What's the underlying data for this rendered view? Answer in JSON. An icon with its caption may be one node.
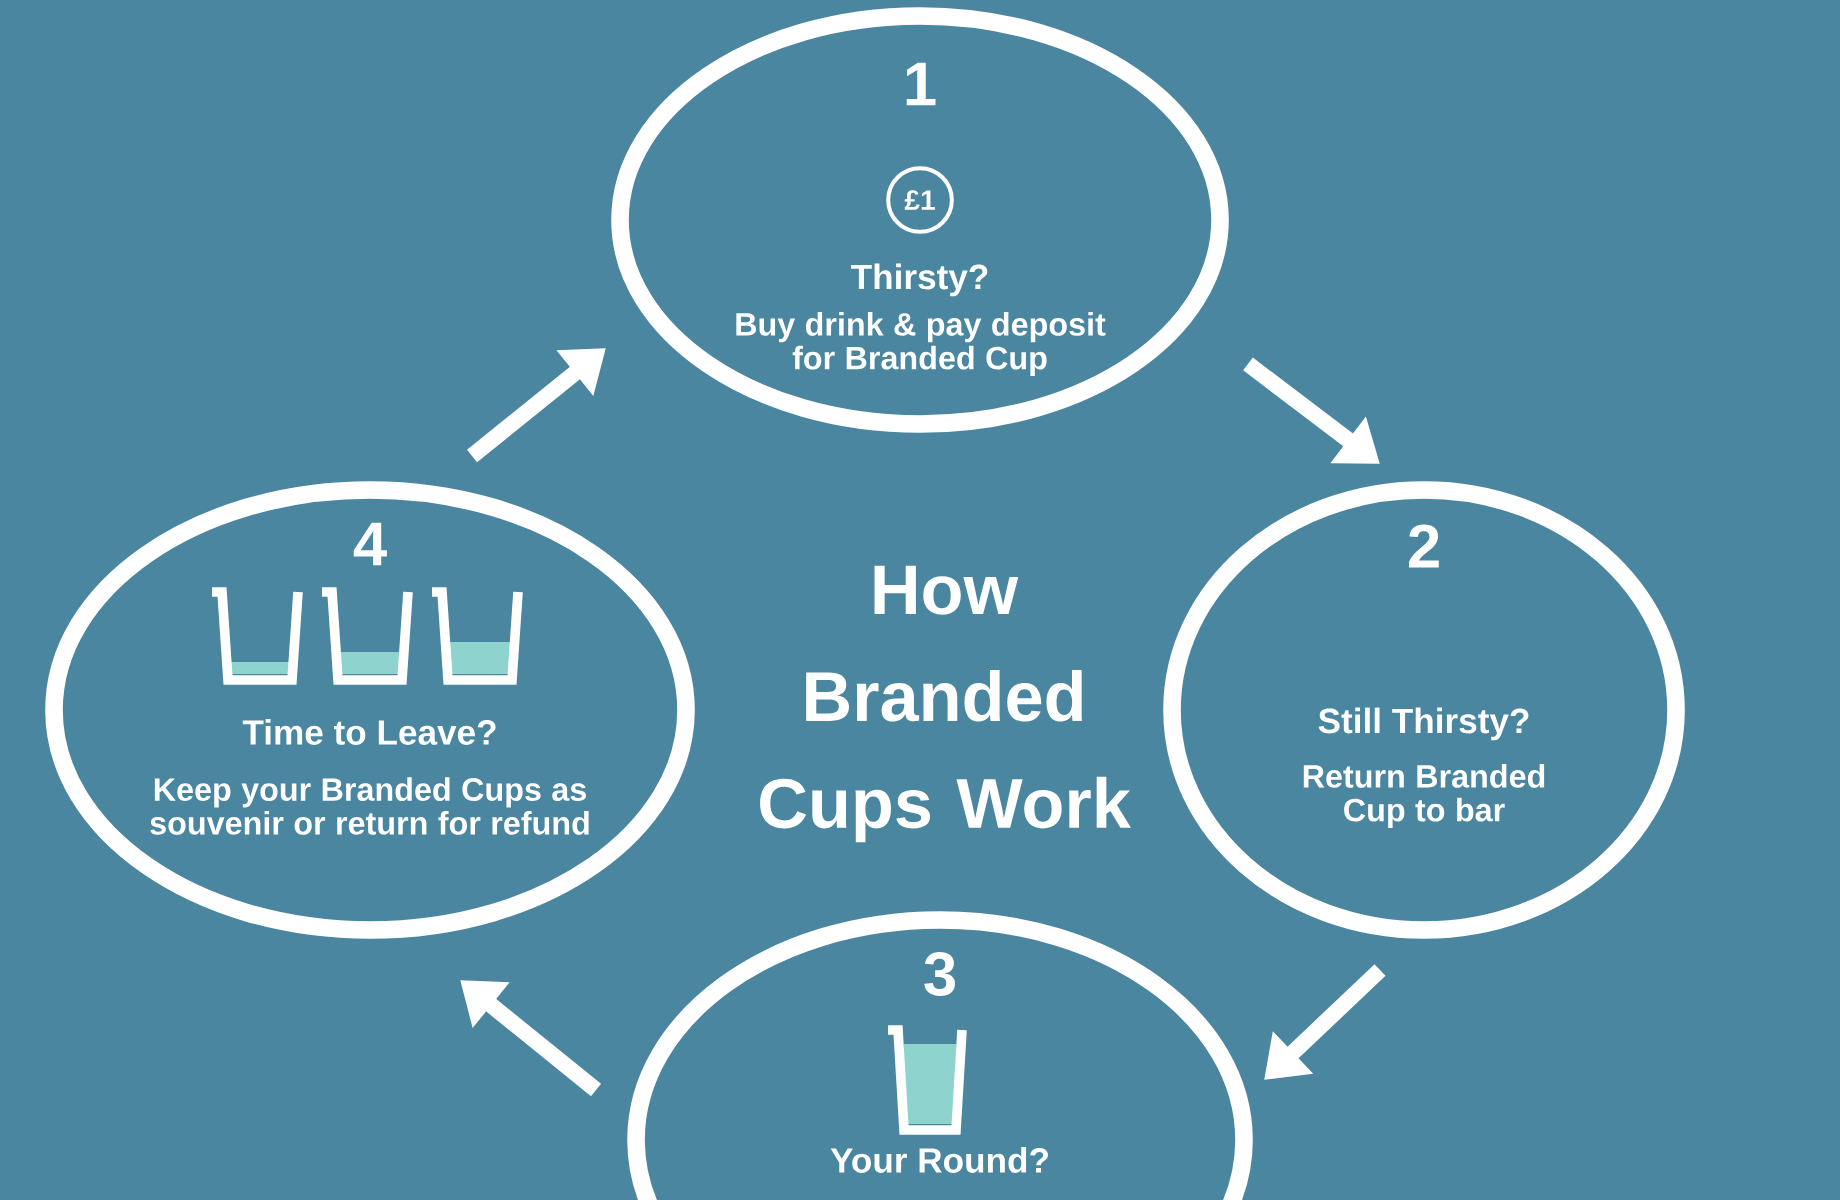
{
  "diagram": {
    "title": "How Branded Cups Work",
    "nodes": [
      {
        "text": [
          "1",
          "£1",
          "Thirsty?",
          "Buy drink & pay deposit for Branded Cup"
        ]
      },
      {
        "text": [
          "2",
          "Still Thirsty?",
          "Return Branded Cup to bar"
        ]
      },
      {
        "text": [
          "3",
          "Your Round?"
        ]
      },
      {
        "text": [
          "4",
          "Time to Leave?",
          "Keep your Branded Cups as souvenir or return for refund"
        ]
      }
    ],
    "edges": [
      {
        "from": 0,
        "to": 1,
        "arrow": "to"
      },
      {
        "from": 1,
        "to": 2,
        "arrow": "to"
      },
      {
        "from": 2,
        "to": 3,
        "arrow": "to"
      },
      {
        "from": 3,
        "to": 0,
        "arrow": "to"
      }
    ]
  }
}
